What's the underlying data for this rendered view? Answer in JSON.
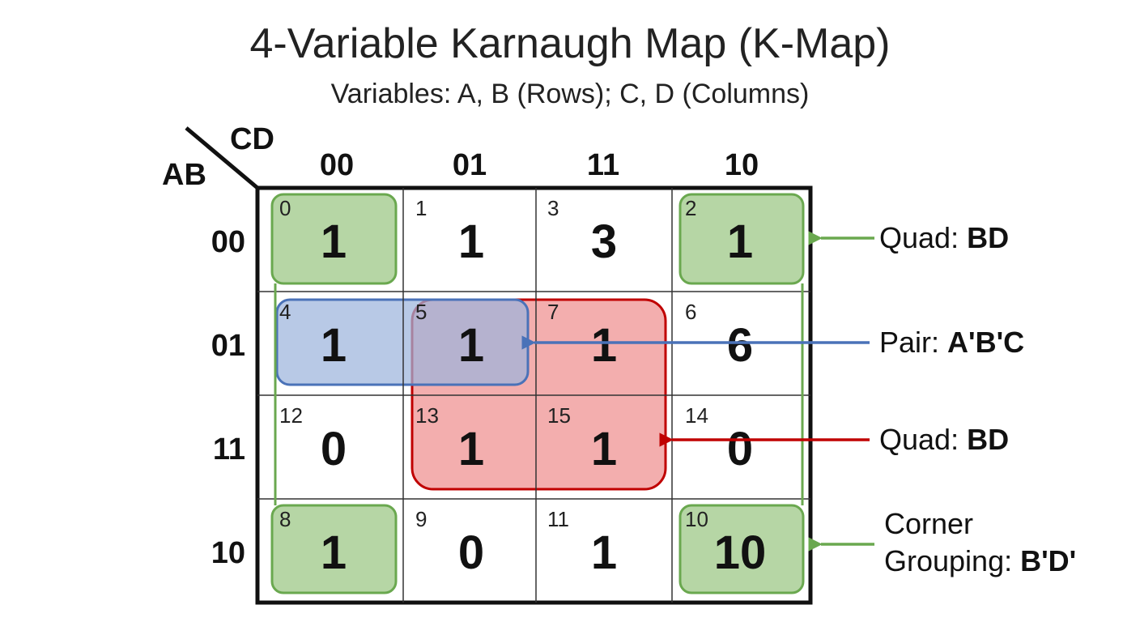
{
  "title": "4-Variable Karnaugh Map (K-Map)",
  "subtitle": "Variables: A, B (Rows); C, D (Columns)",
  "kmap": {
    "row_var": "AB",
    "col_var": "CD",
    "columns": [
      "00",
      "01",
      "11",
      "10"
    ],
    "rows": [
      {
        "label": "00",
        "cells": [
          {
            "index": "0",
            "value": "1"
          },
          {
            "index": "1",
            "value": "1"
          },
          {
            "index": "3",
            "value": "3"
          },
          {
            "index": "2",
            "value": "1"
          }
        ]
      },
      {
        "label": "01",
        "cells": [
          {
            "index": "4",
            "value": "1"
          },
          {
            "index": "5",
            "value": "1"
          },
          {
            "index": "7",
            "value": "1"
          },
          {
            "index": "6",
            "value": "6"
          }
        ]
      },
      {
        "label": "11",
        "cells": [
          {
            "index": "12",
            "value": "0"
          },
          {
            "index": "13",
            "value": "1"
          },
          {
            "index": "15",
            "value": "1"
          },
          {
            "index": "14",
            "value": "0"
          }
        ]
      },
      {
        "label": "10",
        "cells": [
          {
            "index": "8",
            "value": "1"
          },
          {
            "index": "9",
            "value": "0"
          },
          {
            "index": "11",
            "value": "1"
          },
          {
            "index": "10",
            "value": "10"
          }
        ]
      }
    ]
  },
  "groups": {
    "corner": {
      "color": "#6aa84f",
      "fill": "#a9cf95"
    },
    "pair": {
      "color": "#4a72b8",
      "fill": "#9db4dc"
    },
    "quad": {
      "color": "#c00000",
      "fill": "#ee8c8c"
    }
  },
  "annotations": [
    {
      "prefix": "Quad: ",
      "term": "BD",
      "color": "#6aa84f"
    },
    {
      "prefix": "Pair: ",
      "term": "A'B'C",
      "color": "#4a72b8"
    },
    {
      "prefix": "Quad: ",
      "term": "BD",
      "color": "#c00000"
    },
    {
      "line1": "Corner",
      "prefix": "Grouping: ",
      "term": "B'D'",
      "color": "#6aa84f"
    }
  ]
}
